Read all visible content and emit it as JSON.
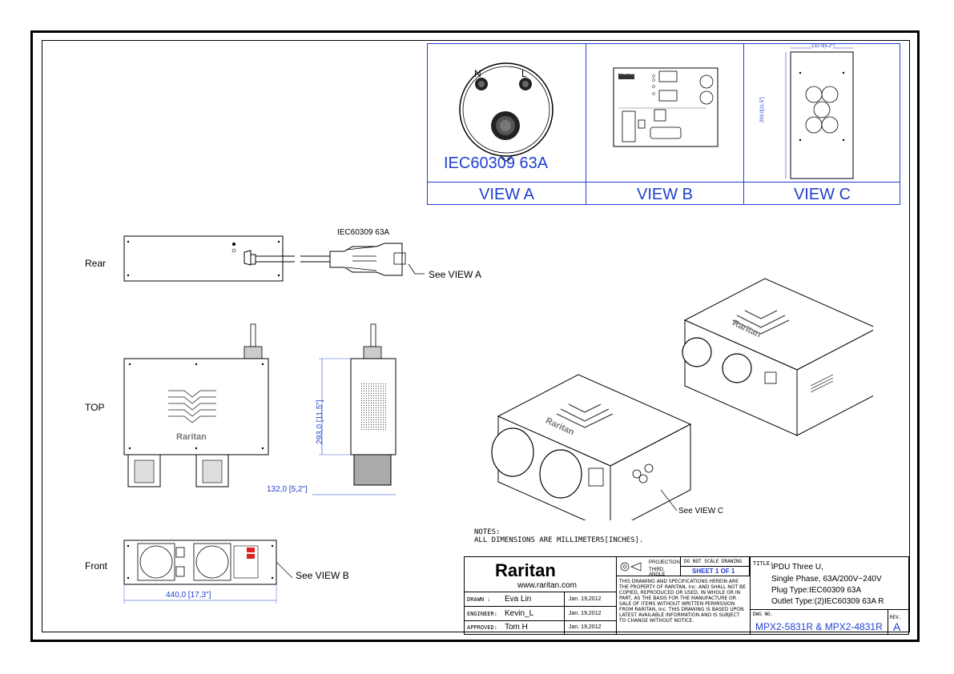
{
  "view_a": {
    "plug_pin_n": "N",
    "plug_pin_l": "L",
    "plug_title": "IEC60309 63A",
    "label": "VIEW A"
  },
  "view_b": {
    "label": "VIEW B",
    "brand": "Raritan"
  },
  "view_c": {
    "label": "VIEW C",
    "dim_width": "132.0[5.2\"]",
    "dim_height": "293.0[11.5\"]"
  },
  "rear": {
    "label": "Rear",
    "cord_plug_label": "IEC60309 63A",
    "callout": "See VIEW A"
  },
  "top": {
    "label": "TOP",
    "brand": "Raritan",
    "dim_height": "293,0 [11,5\"]",
    "dim_depth": "132,0 [5,2\"]"
  },
  "iso": {
    "brand": "Raritan",
    "callout": "See VIEW C"
  },
  "front": {
    "label": "Front",
    "callout": "See VIEW B",
    "dim_width": "440,0 [17,3\"]"
  },
  "notes": {
    "heading": "NOTES:",
    "line1": "ALL DIMENSIONS ARE MILLIMETERS[INCHES]."
  },
  "title_block": {
    "logo": "Raritan",
    "website": "www.raritan.com",
    "projection_line1": "PROJECTION",
    "projection_line2": "THIRD ANGLE",
    "do_not_scale": "DO NOT SCALE DRAWING",
    "sheet": "SHEET 1 OF 1",
    "disclaimer": "THIS DRAWING AND SPECIFICATIONS HEREIN ARE THE PROPERTY OF RARITAN, Inc. AND SHALL NOT BE COPIED, REPRODUCED OR USED, IN WHOLE OR IN PART, AS THE BASIS FOR THE MANUFACTURE OR SALE OF ITEMS WITHOUT WRITTEN PERMISSION FROM RARITAN, Inc. THIS DRAWING IS BASED UPON LATEST AVAILABLE INFORMATION AND IS SUBJECT TO CHANGE WITHOUT NOTICE.",
    "drawn_label": "DRAWN :",
    "drawn_name": "Eva Lin",
    "drawn_date": "Jan. 19,2012",
    "engineer_label": "ENGINEER:",
    "engineer_name": "Kevin_L",
    "engineer_date": "Jan. 19,2012",
    "approved_label": "APPROVED:",
    "approved_name": "Tom  H",
    "approved_date": "Jan. 19,2012",
    "title_label": "TITLE:",
    "title_line1": "iPDU Three U,",
    "title_line2": "Single Phase, 63A/200V~240V",
    "title_line3": "Plug Type:IEC60309 63A",
    "title_line4": "Outlet Type:(2)IEC60309 63A R",
    "dwg_label": "DWG NO.",
    "dwg_no": "MPX2-5831R & MPX2-4831R",
    "rev_label": "REV.",
    "rev": "A"
  }
}
